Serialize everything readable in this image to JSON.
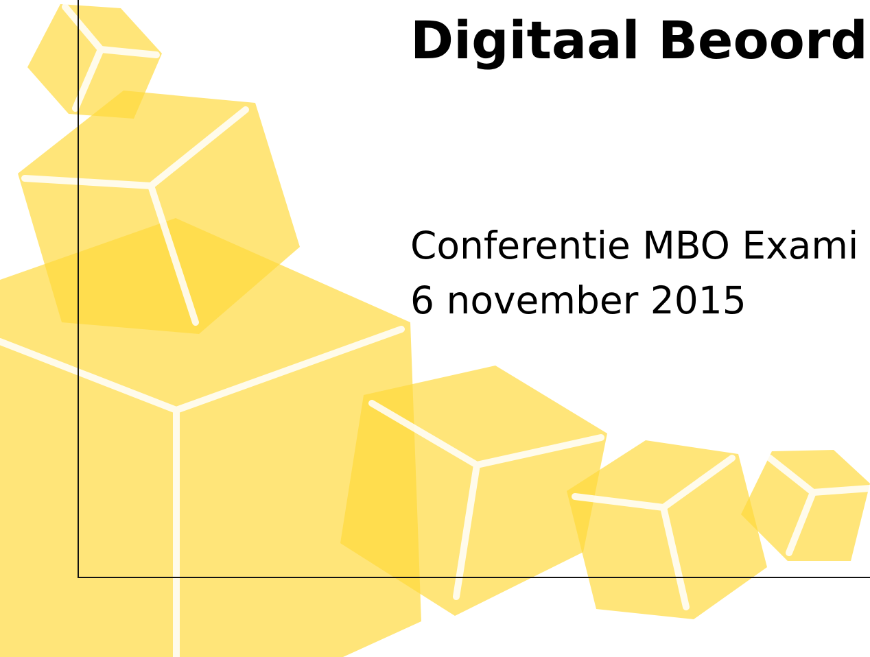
{
  "slide": {
    "title": "Digitaal Beoordel",
    "subtitle_line1": "Conferentie MBO Exami",
    "subtitle_line2": "6 november 2015"
  },
  "decoration": {
    "cube_fill": "#FFD93A",
    "cube_edge": "#FFFFFF",
    "frame_color": "#111111"
  }
}
